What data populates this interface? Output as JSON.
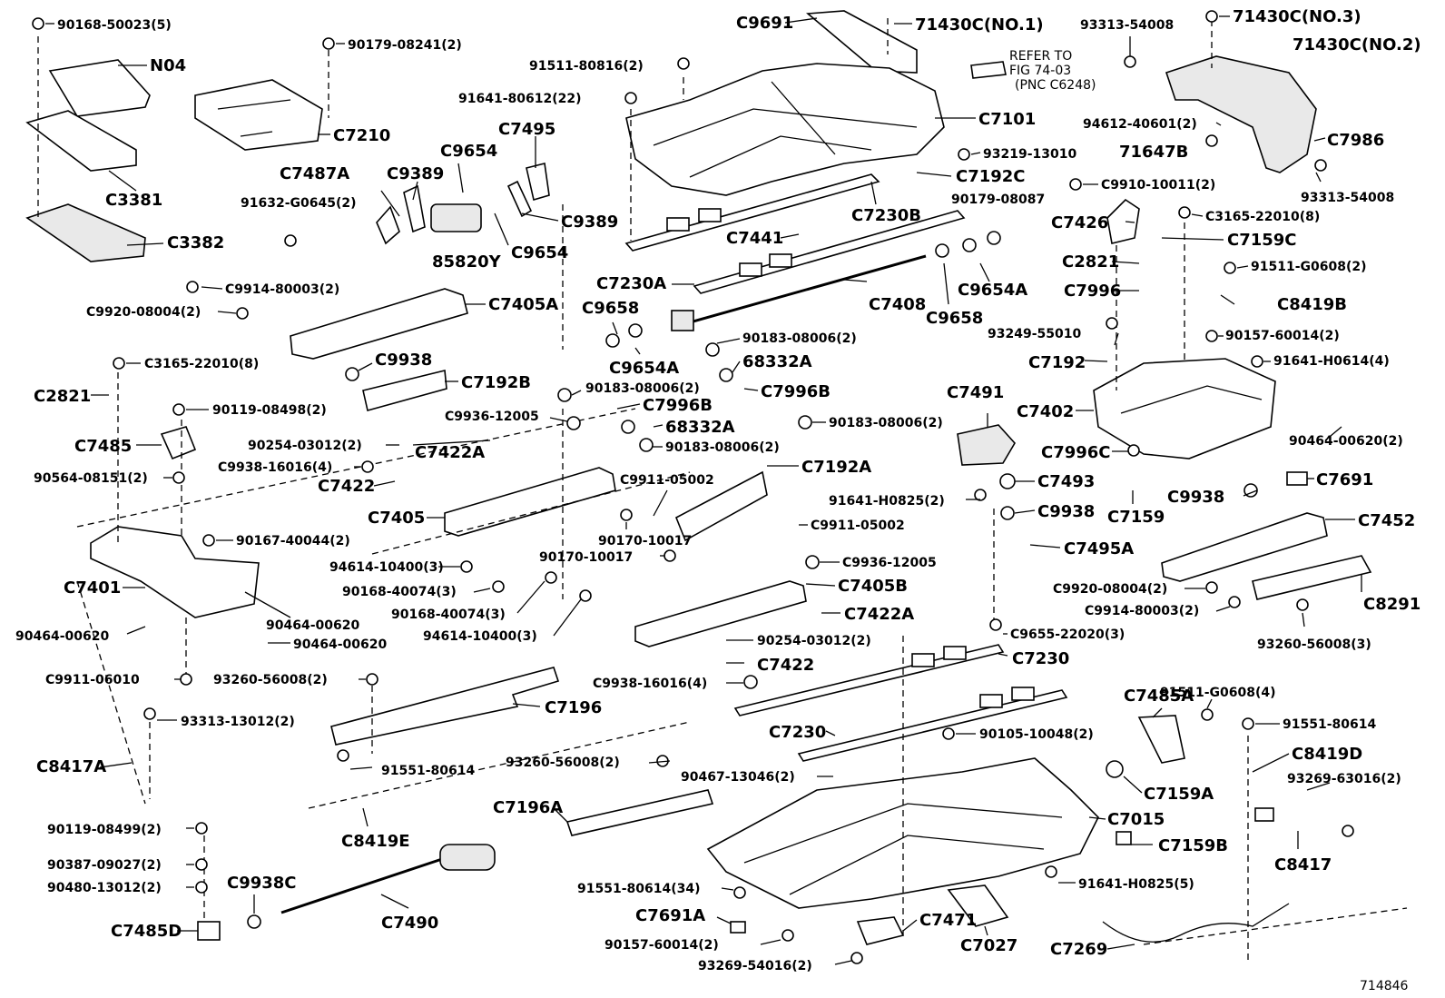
{
  "figure_id": "714846",
  "refer": {
    "line1": "REFER TO",
    "line2": "FIG 74-03",
    "line3": "(PNC C6248)"
  },
  "labels": [
    {
      "id": "90168-50023",
      "text": "90168-50023(5)"
    },
    {
      "id": "N04",
      "text": "N04"
    },
    {
      "id": "90179-08241",
      "text": "90179-08241(2)"
    },
    {
      "id": "C7210",
      "text": "C7210"
    },
    {
      "id": "C3381",
      "text": "C3381"
    },
    {
      "id": "C3382",
      "text": "C3382"
    },
    {
      "id": "C7487A",
      "text": "C7487A"
    },
    {
      "id": "91632-G0645",
      "text": "91632-G0645(2)"
    },
    {
      "id": "C9389a",
      "text": "C9389"
    },
    {
      "id": "C9654a",
      "text": "C9654"
    },
    {
      "id": "C7495",
      "text": "C7495"
    },
    {
      "id": "C9389b",
      "text": "C9389"
    },
    {
      "id": "85820Y",
      "text": "85820Y"
    },
    {
      "id": "C9654b",
      "text": "C9654"
    },
    {
      "id": "C9691",
      "text": "C9691"
    },
    {
      "id": "71430C-1",
      "text": "71430C(NO.1)"
    },
    {
      "id": "91511-80816",
      "text": "91511-80816(2)"
    },
    {
      "id": "91641-80612",
      "text": "91641-80612(22)"
    },
    {
      "id": "C7101",
      "text": "C7101"
    },
    {
      "id": "93219-13010",
      "text": "93219-13010"
    },
    {
      "id": "C7192C",
      "text": "C7192C"
    },
    {
      "id": "C7230B",
      "text": "C7230B"
    },
    {
      "id": "C7441",
      "text": "C7441"
    },
    {
      "id": "93313-54008a",
      "text": "93313-54008"
    },
    {
      "id": "71430C-3",
      "text": "71430C(NO.3)"
    },
    {
      "id": "71430C-2",
      "text": "71430C(NO.2)"
    },
    {
      "id": "94612-40601",
      "text": "94612-40601(2)"
    },
    {
      "id": "71647B",
      "text": "71647B"
    },
    {
      "id": "C7986",
      "text": "C7986"
    },
    {
      "id": "93313-54008b",
      "text": "93313-54008"
    },
    {
      "id": "C9910-10011",
      "text": "C9910-10011(2)"
    },
    {
      "id": "90179-08087",
      "text": "90179-08087"
    },
    {
      "id": "C7426",
      "text": "C7426"
    },
    {
      "id": "C3165-22010a",
      "text": "C3165-22010(8)"
    },
    {
      "id": "C7159C",
      "text": "C7159C"
    },
    {
      "id": "C9914-80003a",
      "text": "C9914-80003(2)"
    },
    {
      "id": "C9920-08004a",
      "text": "C9920-08004(2)"
    },
    {
      "id": "C7405A",
      "text": "C7405A"
    },
    {
      "id": "C7230A",
      "text": "C7230A"
    },
    {
      "id": "C7408",
      "text": "C7408"
    },
    {
      "id": "C9654A-a",
      "text": "C9654A"
    },
    {
      "id": "C2821a",
      "text": "C2821"
    },
    {
      "id": "C7996",
      "text": "C7996"
    },
    {
      "id": "91511-G0608a",
      "text": "91511-G0608(2)"
    },
    {
      "id": "C8419B",
      "text": "C8419B"
    },
    {
      "id": "C9658a",
      "text": "C9658"
    },
    {
      "id": "C9658b",
      "text": "C9658"
    },
    {
      "id": "C9654A-b",
      "text": "C9654A"
    },
    {
      "id": "90183-08006a",
      "text": "90183-08006(2)"
    },
    {
      "id": "68332A-a",
      "text": "68332A"
    },
    {
      "id": "93249-55010",
      "text": "93249-55010"
    },
    {
      "id": "90157-60014a",
      "text": "90157-60014(2)"
    },
    {
      "id": "91641-H0614",
      "text": "91641-H0614(4)"
    },
    {
      "id": "C7192",
      "text": "C7192"
    },
    {
      "id": "C9938a",
      "text": "C9938"
    },
    {
      "id": "C3165-22010b",
      "text": "C3165-22010(8)"
    },
    {
      "id": "C2821b",
      "text": "C2821"
    },
    {
      "id": "C7192B",
      "text": "C7192B"
    },
    {
      "id": "90183-08006b",
      "text": "90183-08006(2)"
    },
    {
      "id": "C7996B-a",
      "text": "C7996B"
    },
    {
      "id": "C7996B-b",
      "text": "C7996B"
    },
    {
      "id": "C9936-12005a",
      "text": "C9936-12005"
    },
    {
      "id": "68332A-b",
      "text": "68332A"
    },
    {
      "id": "90183-08006c",
      "text": "90183-08006(2)"
    },
    {
      "id": "90183-08006d",
      "text": "90183-08006(2)"
    },
    {
      "id": "90119-08498",
      "text": "90119-08498(2)"
    },
    {
      "id": "C7485",
      "text": "C7485"
    },
    {
      "id": "90254-03012a",
      "text": "90254-03012(2)"
    },
    {
      "id": "C7422A-a",
      "text": "C7422A"
    },
    {
      "id": "C9938-16016a",
      "text": "C9938-16016(4)"
    },
    {
      "id": "90564-08151",
      "text": "90564-08151(2)"
    },
    {
      "id": "C7422a",
      "text": "C7422"
    },
    {
      "id": "C7491",
      "text": "C7491"
    },
    {
      "id": "C7402",
      "text": "C7402"
    },
    {
      "id": "90464-00620a",
      "text": "90464-00620(2)"
    },
    {
      "id": "C7996C",
      "text": "C7996C"
    },
    {
      "id": "C7493",
      "text": "C7493"
    },
    {
      "id": "C7159",
      "text": "C7159"
    },
    {
      "id": "C7691",
      "text": "C7691"
    },
    {
      "id": "C9938b",
      "text": "C9938"
    },
    {
      "id": "C9938c",
      "text": "C9938"
    },
    {
      "id": "C7405",
      "text": "C7405"
    },
    {
      "id": "C9911-05002a",
      "text": "C9911-05002"
    },
    {
      "id": "C7192A",
      "text": "C7192A"
    },
    {
      "id": "90170-10017a",
      "text": "90170-10017"
    },
    {
      "id": "C9911-05002b",
      "text": "C9911-05002"
    },
    {
      "id": "91641-H0825a",
      "text": "91641-H0825(2)"
    },
    {
      "id": "C7452",
      "text": "C7452"
    },
    {
      "id": "90167-40044",
      "text": "90167-40044(2)"
    },
    {
      "id": "90170-10017b",
      "text": "90170-10017"
    },
    {
      "id": "C9936-12005b",
      "text": "C9936-12005"
    },
    {
      "id": "C7495A",
      "text": "C7495A"
    },
    {
      "id": "94614-10400a",
      "text": "94614-10400(3)"
    },
    {
      "id": "C7405B",
      "text": "C7405B"
    },
    {
      "id": "C7401",
      "text": "C7401"
    },
    {
      "id": "90168-40074a",
      "text": "90168-40074(3)"
    },
    {
      "id": "90168-40074b",
      "text": "90168-40074(3)"
    },
    {
      "id": "C7422A-b",
      "text": "C7422A"
    },
    {
      "id": "C9920-08004b",
      "text": "C9920-08004(2)"
    },
    {
      "id": "C8291",
      "text": "C8291"
    },
    {
      "id": "C9914-80003b",
      "text": "C9914-80003(2)"
    },
    {
      "id": "90464-00620b",
      "text": "90464-00620"
    },
    {
      "id": "90464-00620c",
      "text": "90464-00620"
    },
    {
      "id": "90464-00620d",
      "text": "90464-00620"
    },
    {
      "id": "94614-10400b",
      "text": "94614-10400(3)"
    },
    {
      "id": "90254-03012b",
      "text": "90254-03012(2)"
    },
    {
      "id": "C9655-22020",
      "text": "C9655-22020(3)"
    },
    {
      "id": "93260-56008a",
      "text": "93260-56008(3)"
    },
    {
      "id": "C7422b",
      "text": "C7422"
    },
    {
      "id": "C7230",
      "text": "C7230"
    },
    {
      "id": "C9911-06010",
      "text": "C9911-06010"
    },
    {
      "id": "93260-56008b",
      "text": "93260-56008(2)"
    },
    {
      "id": "C9938-16016b",
      "text": "C9938-16016(4)"
    },
    {
      "id": "91511-G0608b",
      "text": "91511-G0608(4)"
    },
    {
      "id": "C7196",
      "text": "C7196"
    },
    {
      "id": "93313-13012",
      "text": "93313-13012(2)"
    },
    {
      "id": "C7485A",
      "text": "C7485A"
    },
    {
      "id": "91551-80614a",
      "text": "91551-80614"
    },
    {
      "id": "C7230b",
      "text": "C7230"
    },
    {
      "id": "90105-10048",
      "text": "90105-10048(2)"
    },
    {
      "id": "C8419D",
      "text": "C8419D"
    },
    {
      "id": "C8417A",
      "text": "C8417A"
    },
    {
      "id": "91551-80614b",
      "text": "91551-80614"
    },
    {
      "id": "93260-56008c",
      "text": "93260-56008(2)"
    },
    {
      "id": "90467-13046",
      "text": "90467-13046(2)"
    },
    {
      "id": "C7159A",
      "text": "C7159A"
    },
    {
      "id": "93269-63016",
      "text": "93269-63016(2)"
    },
    {
      "id": "C8419E",
      "text": "C8419E"
    },
    {
      "id": "C7196A",
      "text": "C7196A"
    },
    {
      "id": "C7015",
      "text": "C7015"
    },
    {
      "id": "90119-08499",
      "text": "90119-08499(2)"
    },
    {
      "id": "C7159B",
      "text": "C7159B"
    },
    {
      "id": "90387-09027",
      "text": "90387-09027(2)"
    },
    {
      "id": "C8417",
      "text": "C8417"
    },
    {
      "id": "90480-13012",
      "text": "90480-13012(2)"
    },
    {
      "id": "C9938C",
      "text": "C9938C"
    },
    {
      "id": "91551-80614c",
      "text": "91551-80614(34)"
    },
    {
      "id": "91641-H0825b",
      "text": "91641-H0825(5)"
    },
    {
      "id": "C7490",
      "text": "C7490"
    },
    {
      "id": "C7691A",
      "text": "C7691A"
    },
    {
      "id": "C7471",
      "text": "C7471"
    },
    {
      "id": "C7485D",
      "text": "C7485D"
    },
    {
      "id": "90157-60014b",
      "text": "90157-60014(2)"
    },
    {
      "id": "C7027",
      "text": "C7027"
    },
    {
      "id": "C7269",
      "text": "C7269"
    },
    {
      "id": "93269-54016",
      "text": "93269-54016(2)"
    }
  ]
}
